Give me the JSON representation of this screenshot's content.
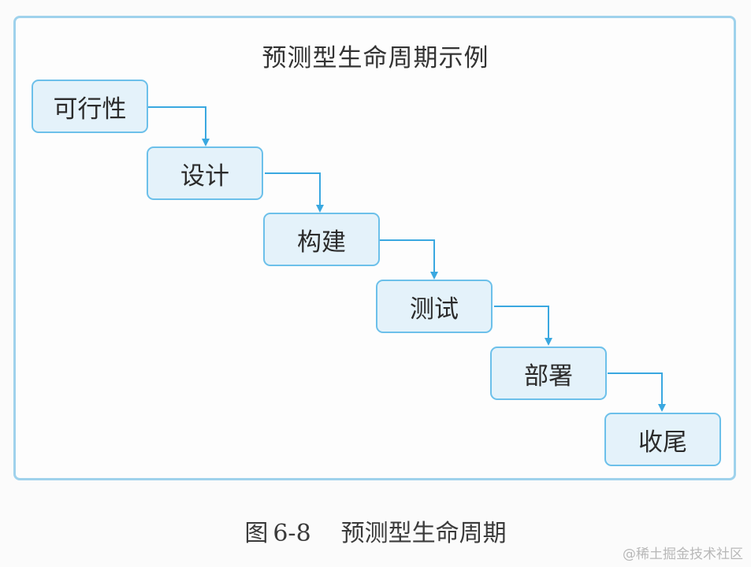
{
  "diagram": {
    "title": "预测型生命周期示例",
    "steps": [
      {
        "label": "可行性"
      },
      {
        "label": "设计"
      },
      {
        "label": "构建"
      },
      {
        "label": "测试"
      },
      {
        "label": "部署"
      },
      {
        "label": "收尾"
      }
    ],
    "connector_color": "#3aa8e0",
    "box_fill": "#e4f2fa",
    "box_border": "#6cc0ea"
  },
  "caption": {
    "figure_label": "图",
    "figure_number": "6-8",
    "text": "预测型生命周期"
  },
  "watermark": "@稀土掘金技术社区"
}
